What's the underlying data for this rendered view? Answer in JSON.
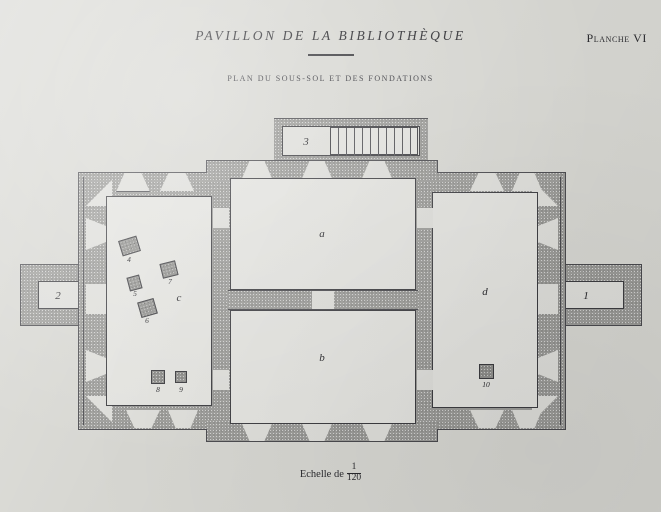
{
  "plate": {
    "title": "PAVILLON DE LA BIBLIOTHÈQUE",
    "plate_number": "Planche VI",
    "subtitle": "PLAN DU SOUS-SOL ET DES FONDATIONS",
    "scale_label": "Echelle de",
    "scale_numerator": "1",
    "scale_denominator": "120"
  },
  "rooms": [
    {
      "id": "a",
      "label": "a"
    },
    {
      "id": "b",
      "label": "b"
    },
    {
      "id": "c",
      "label": "c"
    },
    {
      "id": "d",
      "label": "d"
    }
  ],
  "annexes": [
    {
      "id": "1",
      "label": "1",
      "position": "right-wing"
    },
    {
      "id": "2",
      "label": "2",
      "position": "left-wing"
    },
    {
      "id": "3",
      "label": "3",
      "position": "top-projection"
    }
  ],
  "footings": [
    {
      "id": "4",
      "label": "4",
      "room": "c",
      "rotated": true
    },
    {
      "id": "5",
      "label": "5",
      "room": "c",
      "rotated": true
    },
    {
      "id": "6",
      "label": "6",
      "room": "c",
      "rotated": true
    },
    {
      "id": "7",
      "label": "7",
      "room": "c",
      "rotated": true
    },
    {
      "id": "8",
      "label": "8",
      "room": "c",
      "rotated": false
    },
    {
      "id": "9",
      "label": "9",
      "room": "c",
      "rotated": false
    },
    {
      "id": "10",
      "label": "10",
      "room": "d",
      "rotated": false
    }
  ],
  "colors": {
    "paper": "#d6d6d1",
    "masonry": "#9b9b98",
    "room_fill": "#e2e2de",
    "ink": "#26262a"
  }
}
